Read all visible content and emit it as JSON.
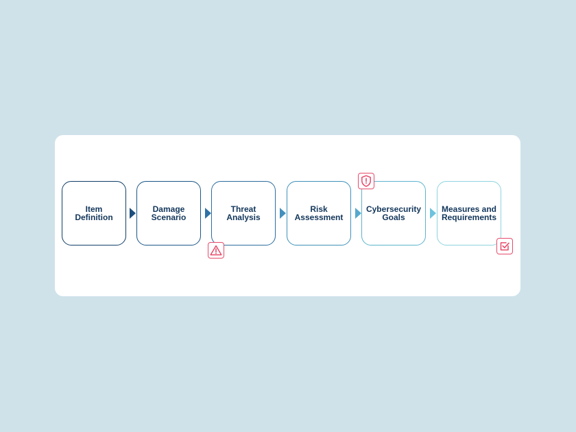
{
  "diagram": {
    "steps": [
      {
        "label": "Item\nDefinition",
        "border_color": "#0f3d66"
      },
      {
        "label": "Damage\nScenario",
        "border_color": "#1a5585"
      },
      {
        "label": "Threat\nAnalysis",
        "border_color": "#2a6c9c"
      },
      {
        "label": "Risk\nAssessment",
        "border_color": "#3e90b8"
      },
      {
        "label": "Cybersecurity\nGoals",
        "border_color": "#5cb3cd"
      },
      {
        "label": "Measures and\nRequirements",
        "border_color": "#8fd3e0"
      }
    ],
    "arrow_colors": [
      "#1d4f7e",
      "#2e72a6",
      "#4390bd",
      "#56a9cc",
      "#6cc3dd"
    ],
    "badges": [
      {
        "icon": "warning-triangle-icon"
      },
      {
        "icon": "shield-alert-icon"
      },
      {
        "icon": "checkbox-check-icon"
      }
    ],
    "colors": {
      "background": "#cfe2ea",
      "card": "#ffffff",
      "text": "#12365a",
      "badge_accent": "#e64a6a"
    }
  }
}
